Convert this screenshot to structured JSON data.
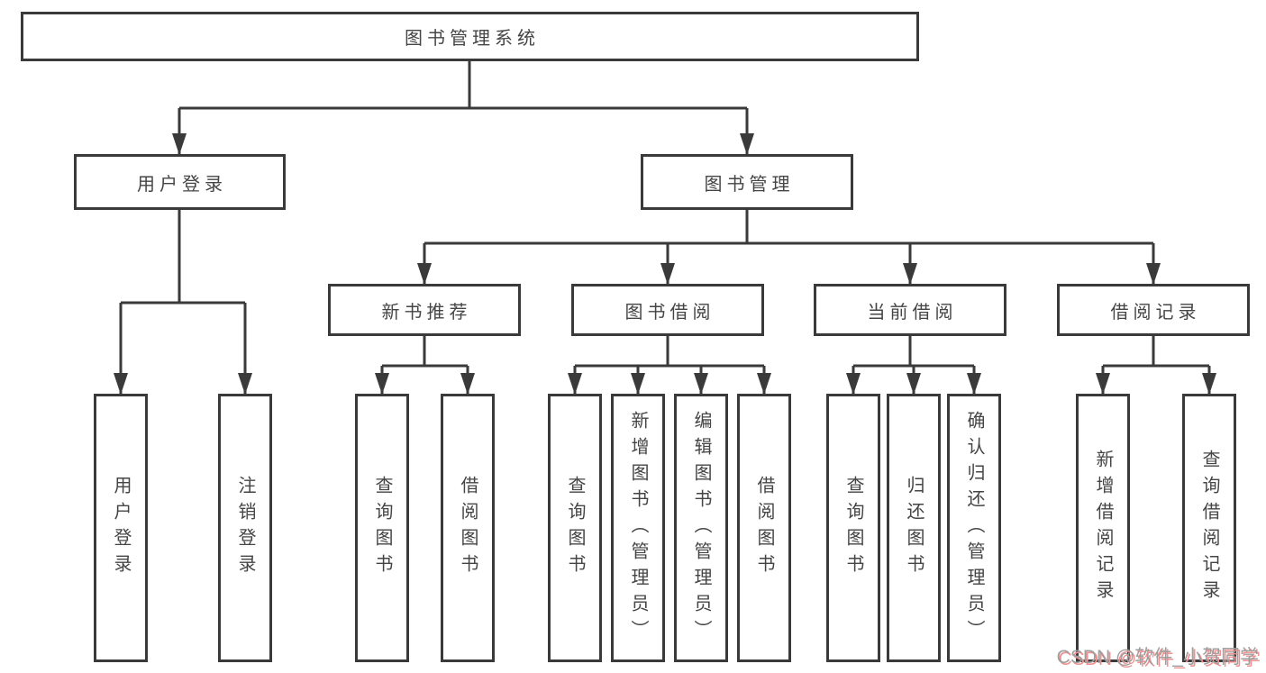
{
  "diagram": {
    "title": "图书管理系统",
    "branches": [
      {
        "label": "用户登录",
        "children": [
          "用户登录",
          "注销登录"
        ]
      },
      {
        "label": "图书管理",
        "sections": [
          {
            "label": "新书推荐",
            "children": [
              "查询图书",
              "借阅图书"
            ]
          },
          {
            "label": "图书借阅",
            "children": [
              "查询图书",
              "新增图书（管理员）",
              "编辑图书（管理员）",
              "借阅图书"
            ]
          },
          {
            "label": "当前借阅",
            "children": [
              "查询图书",
              "归还图书",
              "确认归还（管理员）"
            ]
          },
          {
            "label": "借阅记录",
            "children": [
              "新增借阅记录",
              "查询借阅记录"
            ]
          }
        ]
      }
    ]
  },
  "watermark": {
    "text": "CSDN @软件_小贺同学"
  },
  "colors": {
    "line": "#3a3a3a",
    "box_border": "#3a3a3a",
    "box_text": "#454545",
    "background": "#ffffff",
    "watermark_text": "#9e9e9e",
    "watermark_shadow": "#f19090"
  }
}
